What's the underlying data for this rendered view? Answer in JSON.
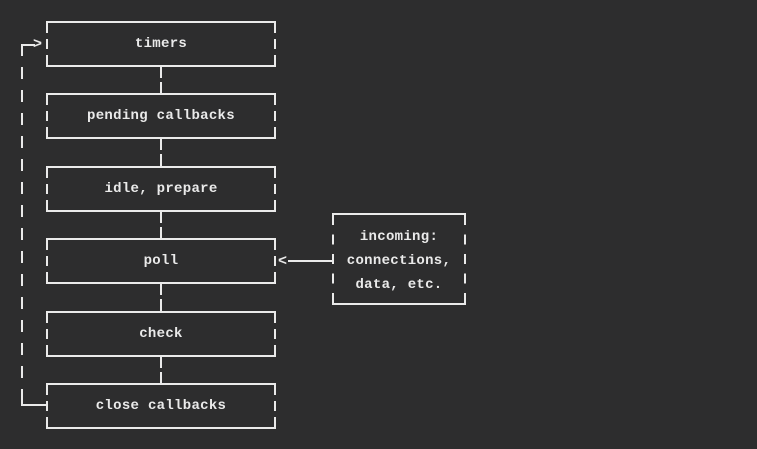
{
  "colors": {
    "background": "#2d2d2e",
    "foreground": "#eaeaea"
  },
  "diagram": {
    "stages": [
      {
        "label": "timers"
      },
      {
        "label": "pending callbacks"
      },
      {
        "label": "idle, prepare"
      },
      {
        "label": "poll"
      },
      {
        "label": "check"
      },
      {
        "label": "close callbacks"
      }
    ],
    "incoming_box": {
      "lines": [
        "incoming:",
        "connections,",
        "data, etc."
      ]
    },
    "glyphs": {
      "loop_arrow": ">",
      "incoming_arrow": "<"
    }
  }
}
